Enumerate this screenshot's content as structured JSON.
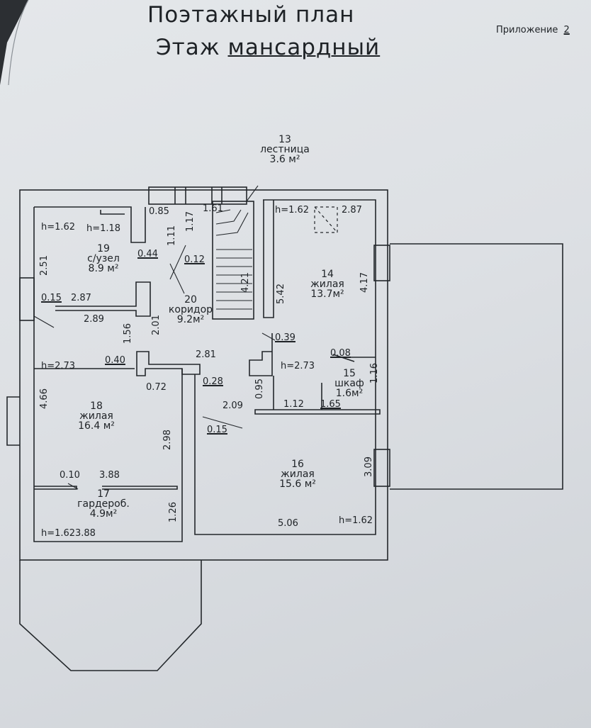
{
  "header": {
    "title_line1": "Поэтажный план",
    "title_line2_prefix": "Этаж",
    "title_line2_value": "мансардный",
    "appendix_label": "Приложение",
    "appendix_number": "2"
  },
  "rooms": [
    {
      "number": "13",
      "name": "лестница",
      "area": "3.6 м²"
    },
    {
      "number": "14",
      "name": "жилая",
      "area": "13.7м²"
    },
    {
      "number": "15",
      "name": "шкаф",
      "area": "1.6м²"
    },
    {
      "number": "16",
      "name": "жилая",
      "area": "15.6 м²"
    },
    {
      "number": "17",
      "name": "гардероб.",
      "area": "4.9м²"
    },
    {
      "number": "18",
      "name": "жилая",
      "area": "16.4 м²"
    },
    {
      "number": "19",
      "name": "с/узел",
      "area": "8.9 м²"
    },
    {
      "number": "20",
      "name": "коридор",
      "area": "9.2м²"
    }
  ],
  "heights": {
    "h_topleft": "h=1.62",
    "h_19": "h=1.18",
    "h_14": "h=1.62",
    "h_18": "h=2.73",
    "h_mid": "h=2.73",
    "h_16": "h=1.62",
    "h_17": "h=1.62"
  },
  "dimensions": {
    "d085": "0.85",
    "d161": "1.61",
    "d111": "1.11",
    "d117": "1.17",
    "d044": "0.44",
    "d012": "0.12",
    "d251": "2.51",
    "d015a": "0.15",
    "d287a": "2.87",
    "d289": "2.89",
    "d156": "1.56",
    "d201": "2.01",
    "d421": "4.21",
    "d542": "5.42",
    "d417": "4.17",
    "d287b": "2.87",
    "d039": "0.39",
    "d008": "0.08",
    "d116": "1.16",
    "d281": "2.81",
    "d040": "0.40",
    "d072": "0.72",
    "d028": "0.28",
    "d095": "0.95",
    "d112": "1.12",
    "d165": "1.65",
    "d209": "2.09",
    "d015b": "0.15",
    "d466": "4.66",
    "d298": "2.98",
    "d309": "3.09",
    "d010": "0.10",
    "d388a": "3.88",
    "d126": "1.26",
    "d388b": "3.88",
    "d506": "5.06"
  }
}
